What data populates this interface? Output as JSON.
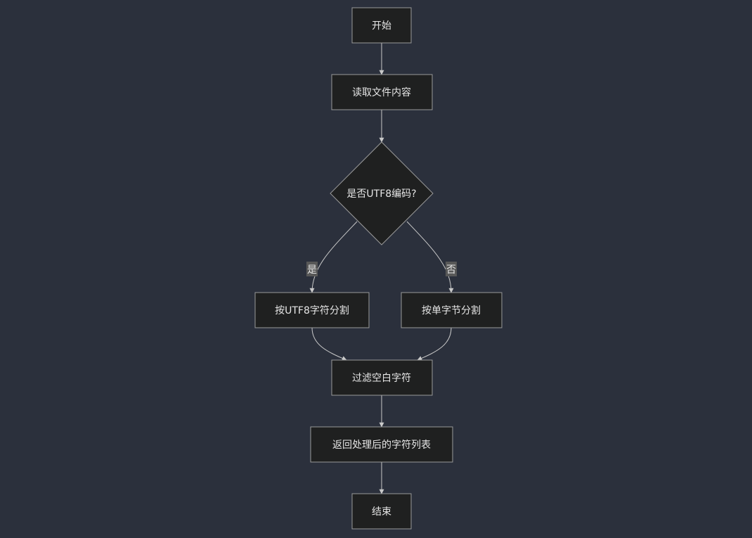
{
  "flowchart": {
    "nodes": {
      "start": "开始",
      "read_file": "读取文件内容",
      "is_utf8": "是否UTF8编码?",
      "split_utf8": "按UTF8字符分割",
      "split_byte": "按单字节分割",
      "filter_whitespace": "过滤空白字符",
      "return_list": "返回处理后的字符列表",
      "end": "结束"
    },
    "edge_labels": {
      "yes": "是",
      "no": "否"
    }
  },
  "colors": {
    "background": "#2b303c",
    "node_fill": "#1f2020",
    "node_border": "#9a9a9a",
    "edge": "#c9c9c9",
    "text": "#e6e6e6",
    "edge_label_bg": "#585858"
  }
}
